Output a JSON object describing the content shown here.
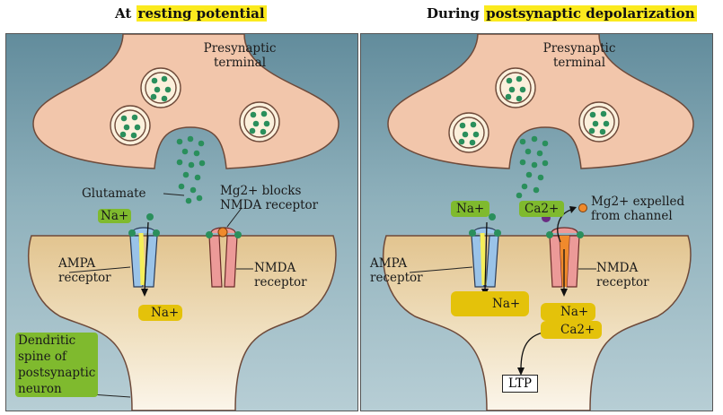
{
  "titles": {
    "left_prefix": "At",
    "left_highlight": "resting potential",
    "right_prefix": "During",
    "right_highlight": "postsynaptic depolarization"
  },
  "left": {
    "presynaptic": "Presynaptic terminal",
    "glutamate": "Glutamate",
    "mg_blocks": "Mg2+ blocks NMDA receptor",
    "na_top": "Na+",
    "ampa": "AMPA receptor",
    "nmda": "NMDA receptor",
    "na_bottom": "Na+",
    "dendritic": "Dendritic spine of postsynaptic neuron"
  },
  "right": {
    "presynaptic": "Presynaptic terminal",
    "na_top": "Na+",
    "ca_top": "Ca2+",
    "mg_expelled": "Mg2+ expelled from channel",
    "ampa": "AMPA receptor",
    "nmda": "NMDA receptor",
    "na_ampa": "Na+",
    "na_nmda": "Na+",
    "ca_nmda": "Ca2+",
    "ltp": "LTP"
  },
  "colors": {
    "terminal": "#f2c6ab",
    "terminal_stroke": "#6e4a3a",
    "spine": "#e6cf9e",
    "glutamate": "#2a8f5c",
    "ampa": "#9ac3e8",
    "nmda": "#ec9a98",
    "mg": "#f08a2c",
    "ca_purple": "#6a2c82",
    "ca_brown": "#6b2a18",
    "highlight_yellow": "#fbea1e",
    "highlight_green": "#7fba2e"
  }
}
